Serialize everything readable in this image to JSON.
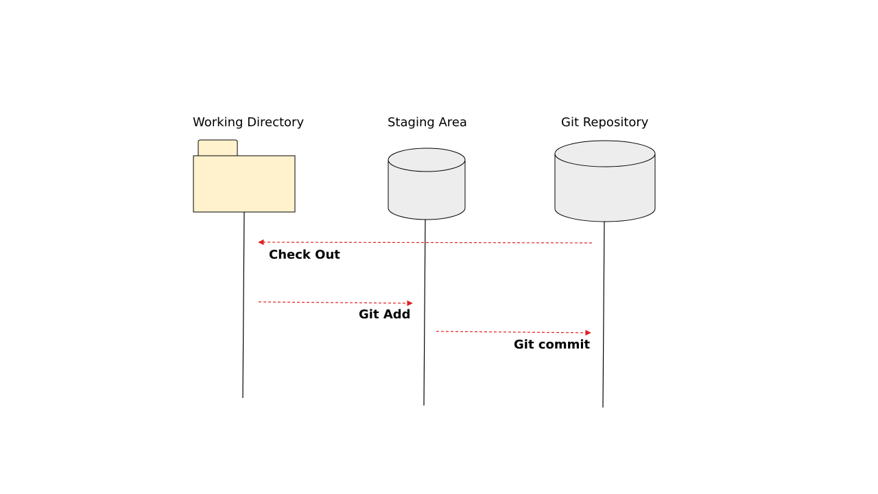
{
  "participants": [
    {
      "id": "working",
      "label": "Working Directory",
      "icon": "folder-icon",
      "fill": "#FFF2CC"
    },
    {
      "id": "staging",
      "label": "Staging Area",
      "icon": "database-cylinder-icon",
      "fill": "#EDEDED"
    },
    {
      "id": "repo",
      "label": "Git Repository",
      "icon": "database-cylinder-icon",
      "fill": "#EDEDED"
    }
  ],
  "messages": [
    {
      "from": "Git Repository",
      "to": "Working Directory",
      "label": "Check Out"
    },
    {
      "from": "Working Directory",
      "to": "Staging Area",
      "label": "Git Add"
    },
    {
      "from": "Staging Area",
      "to": "Git Repository",
      "label": "Git commit"
    }
  ],
  "colors": {
    "arrow": "#E02020",
    "line": "#000000"
  }
}
